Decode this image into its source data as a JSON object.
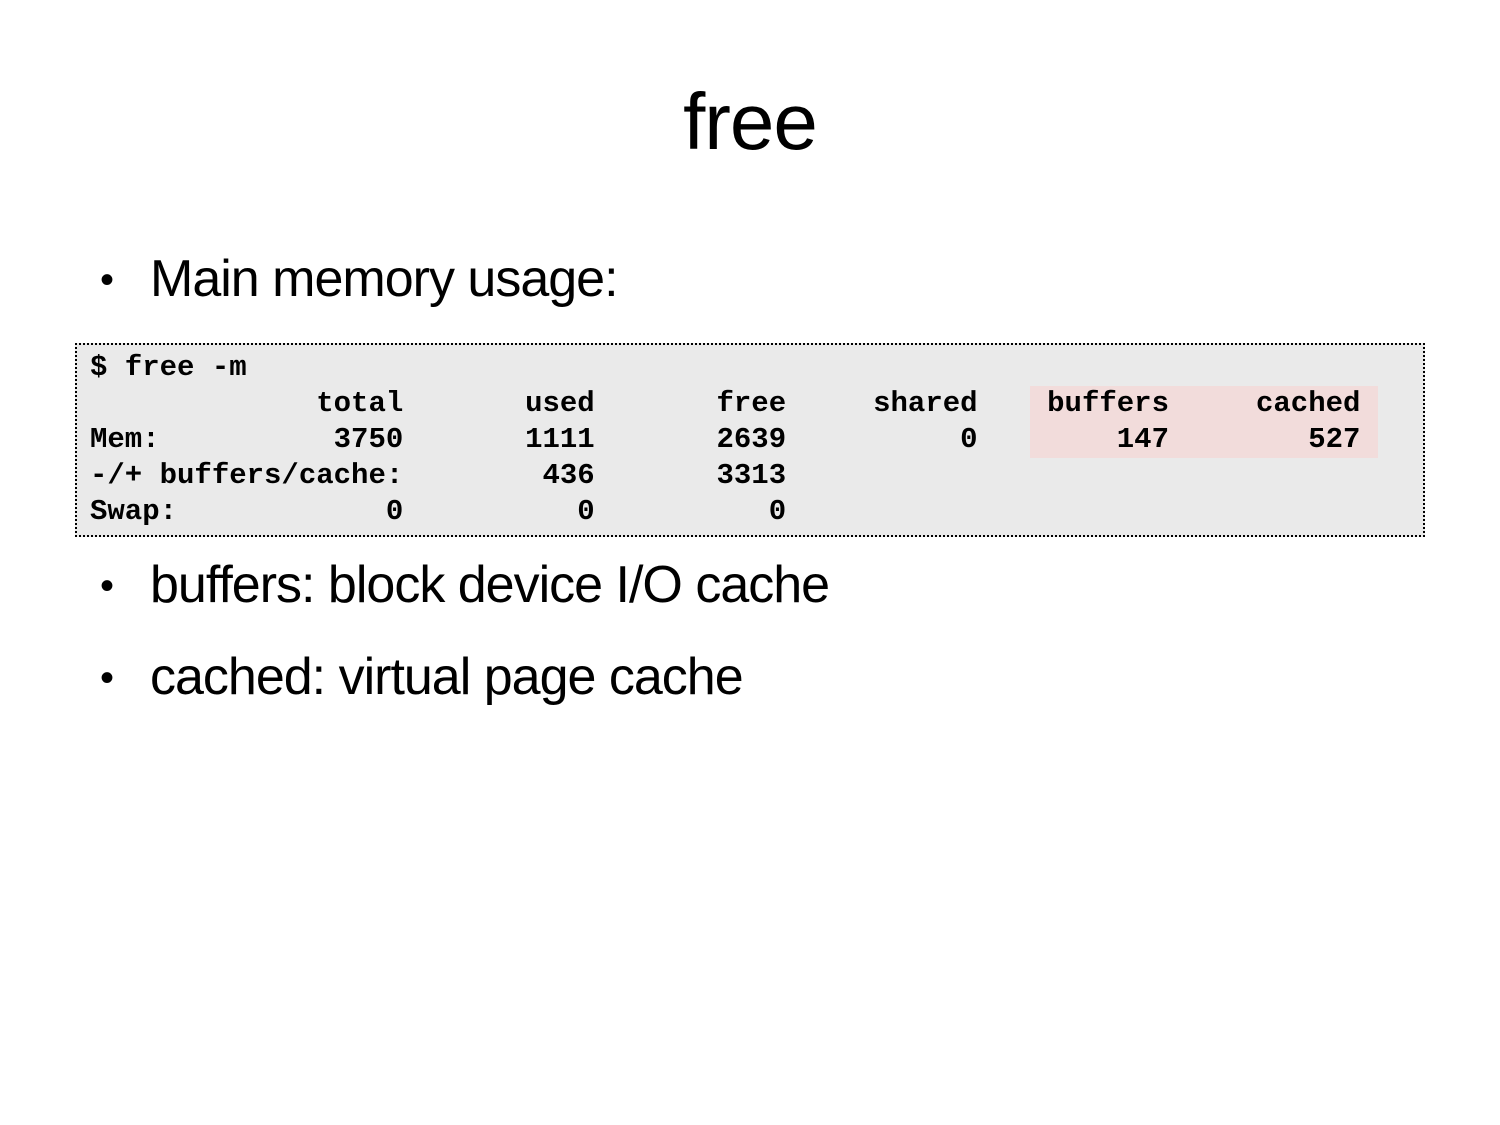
{
  "slide": {
    "title": "free",
    "bullets": [
      {
        "marker": "•",
        "text": "Main memory usage:"
      },
      {
        "marker": "•",
        "text": "buffers: block device I/O cache"
      },
      {
        "marker": "•",
        "text": "cached: virtual page cache"
      }
    ],
    "terminal": {
      "lines": [
        "$ free -m",
        "             total       used       free     shared    buffers     cached",
        "Mem:          3750       1111       2639          0        147        527",
        "-/+ buffers/cache:        436       3313",
        "Swap:            0          0          0"
      ],
      "highlight": {
        "covers": "buffers and cached columns (header row and Mem row)",
        "header": [
          "buffers",
          "cached"
        ],
        "mem_values": [
          "147",
          "527"
        ],
        "color": "#f2dcdb"
      }
    },
    "colors": {
      "background": "#ffffff",
      "text": "#000000",
      "terminal_background": "#eaeaea",
      "terminal_border": "#000000",
      "highlight_fill": "#f2dcdb"
    }
  }
}
